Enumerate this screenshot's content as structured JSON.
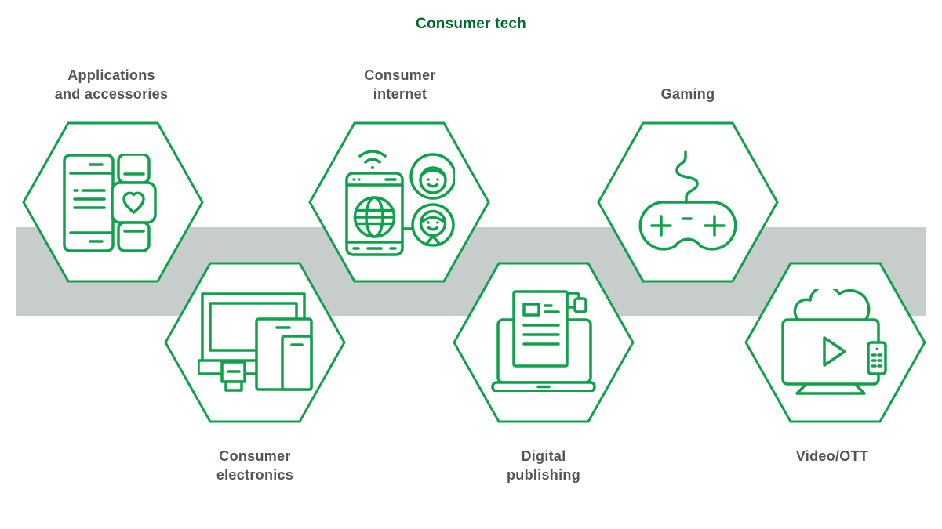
{
  "title": "Consumer tech",
  "colors": {
    "title_green": "#006B2C",
    "line_green": "#0FA24B",
    "band_gray": "#C7CDCA",
    "label_gray": "#4F555B",
    "background": "#FFFFFF"
  },
  "band": {
    "description": "horizontal gray band behind hexagons"
  },
  "categories": [
    {
      "label": "Applications\nand accessories",
      "icon": "smartphone-and-smartwatch-icon",
      "row": "top",
      "label_position": "above"
    },
    {
      "label": "Consumer\ninternet",
      "icon": "phone-globe-people-icon",
      "row": "top",
      "label_position": "above"
    },
    {
      "label": "Gaming",
      "icon": "game-controller-icon",
      "row": "top",
      "label_position": "above"
    },
    {
      "label": "Consumer\nelectronics",
      "icon": "tv-tablet-phone-icon",
      "row": "bottom",
      "label_position": "below"
    },
    {
      "label": "Digital\npublishing",
      "icon": "laptop-article-icon",
      "row": "bottom",
      "label_position": "below"
    },
    {
      "label": "Video/OTT",
      "icon": "smart-tv-cloud-play-icon",
      "row": "bottom",
      "label_position": "below"
    }
  ]
}
